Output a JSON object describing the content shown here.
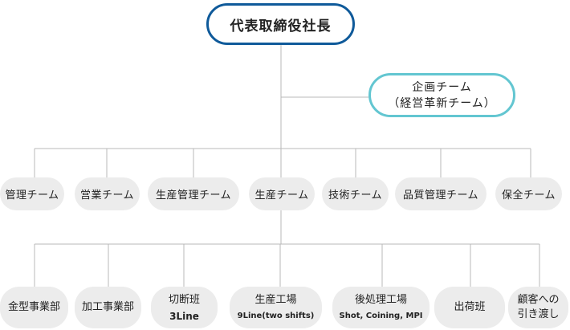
{
  "root": {
    "title": "代表取締役社長"
  },
  "planning_team": {
    "line1": "企画チーム",
    "line2": "（経営革新チーム）"
  },
  "middle_teams": [
    {
      "label": "管理チーム"
    },
    {
      "label": "営業チーム"
    },
    {
      "label": "生産管理チーム"
    },
    {
      "label": "生産チーム"
    },
    {
      "label": "技術チーム"
    },
    {
      "label": "品質管理チーム"
    },
    {
      "label": "保全チーム"
    }
  ],
  "production_units": [
    {
      "label": "金型事業部",
      "detail": ""
    },
    {
      "label": "加工事業部",
      "detail": ""
    },
    {
      "label": "切断班",
      "detail": "3Line"
    },
    {
      "label": "生産工場",
      "detail": "9Line(two shifts)"
    },
    {
      "label": "後処理工場",
      "detail": "Shot, Coining, MPI"
    },
    {
      "label": "出荷班",
      "detail": ""
    },
    {
      "label": "顧客への",
      "detail": "引き渡し"
    }
  ]
}
